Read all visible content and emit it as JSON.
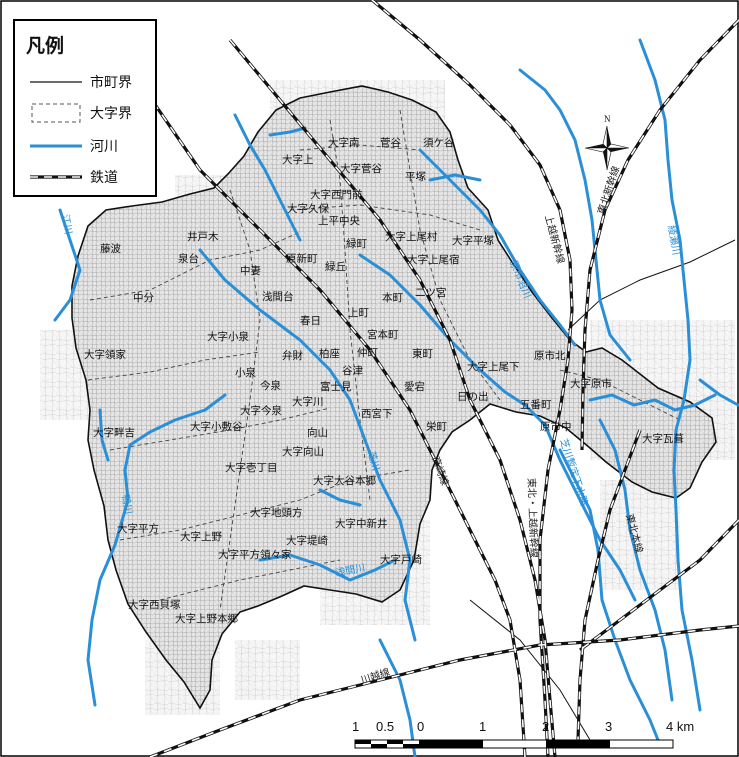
{
  "legend": {
    "title": "凡例",
    "items": [
      {
        "label": "市町界",
        "style": "solid-thin"
      },
      {
        "label": "大字界",
        "style": "dashed"
      },
      {
        "label": "河川",
        "style": "river"
      },
      {
        "label": "鉄道",
        "style": "railway"
      }
    ]
  },
  "north_arrow": {
    "letter": "N"
  },
  "scale_bar": {
    "ticks": [
      "1",
      "0.5",
      "0",
      "1",
      "2",
      "3",
      "4 km"
    ]
  },
  "colors": {
    "river": "#2a8fd6",
    "railway": "#222222",
    "boundary": "#333333",
    "street_texture": "#c8c8c8"
  },
  "place_labels": [
    "大字南",
    "菅谷",
    "須ケ谷",
    "大字上",
    "大字菅谷",
    "平塚",
    "大字西門前",
    "大字久保",
    "上平中央",
    "井戸木",
    "緑町",
    "大字上尾村",
    "大字平塚",
    "藤波",
    "泉台",
    "中妻",
    "原新町",
    "緑丘",
    "大字上尾宿",
    "二ツ宮",
    "中分",
    "浅間台",
    "本町",
    "春日",
    "上町",
    "宮本町",
    "大字小泉",
    "大字領家",
    "弁財",
    "柏座",
    "仲町",
    "東町",
    "大字上尾下",
    "原市北",
    "小泉",
    "谷津",
    "今泉",
    "富士見",
    "愛宕",
    "日の出",
    "大字原市",
    "五番町",
    "大字川",
    "大字今泉",
    "西宮下",
    "大字畔吉",
    "大字小敷谷",
    "向山",
    "栄町",
    "原市中",
    "大字瓦葺",
    "大字向山",
    "大字壱丁目",
    "大字大谷本郷",
    "大字平方",
    "大字地頭方",
    "大字中新井",
    "大字上野",
    "大字堤崎",
    "大字平方領々家",
    "大字戸崎",
    "大字西貝塚",
    "大字上野本郷"
  ],
  "river_labels": [
    "江川",
    "鴨川",
    "浅間川",
    "原市沼川",
    "綾瀬川",
    "芝川",
    "芝川暫定下水路"
  ],
  "railway_labels": [
    "上越新幹線",
    "東北新幹線",
    "高崎線",
    "東北・上越新幹線",
    "東北本線",
    "川越線"
  ]
}
